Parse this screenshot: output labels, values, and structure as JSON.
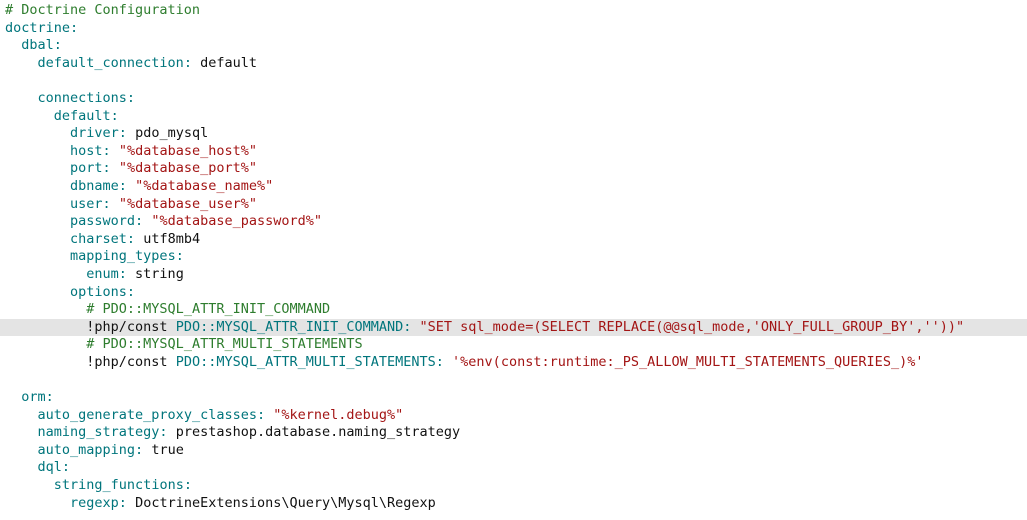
{
  "colors": {
    "background": "#ffffff",
    "text": "#111111",
    "comment": "#2e7d2e",
    "key": "#00757c",
    "string": "#a31515",
    "highlight_bg": "#e4e4e4"
  },
  "editor": {
    "lines": [
      {
        "tokens": [
          {
            "c": "cm",
            "t": "# Doctrine Configuration"
          }
        ]
      },
      {
        "tokens": [
          {
            "c": "k",
            "t": "doctrine:"
          }
        ]
      },
      {
        "tokens": [
          {
            "c": "p",
            "t": "  "
          },
          {
            "c": "k",
            "t": "dbal:"
          }
        ]
      },
      {
        "tokens": [
          {
            "c": "p",
            "t": "    "
          },
          {
            "c": "k",
            "t": "default_connection:"
          },
          {
            "c": "p",
            "t": " default"
          }
        ]
      },
      {
        "tokens": []
      },
      {
        "tokens": [
          {
            "c": "p",
            "t": "    "
          },
          {
            "c": "k",
            "t": "connections:"
          }
        ]
      },
      {
        "tokens": [
          {
            "c": "p",
            "t": "      "
          },
          {
            "c": "k",
            "t": "default:"
          }
        ]
      },
      {
        "tokens": [
          {
            "c": "p",
            "t": "        "
          },
          {
            "c": "k",
            "t": "driver:"
          },
          {
            "c": "p",
            "t": " pdo_mysql"
          }
        ]
      },
      {
        "tokens": [
          {
            "c": "p",
            "t": "        "
          },
          {
            "c": "k",
            "t": "host:"
          },
          {
            "c": "p",
            "t": " "
          },
          {
            "c": "s",
            "t": "\"%database_host%\""
          }
        ]
      },
      {
        "tokens": [
          {
            "c": "p",
            "t": "        "
          },
          {
            "c": "k",
            "t": "port:"
          },
          {
            "c": "p",
            "t": " "
          },
          {
            "c": "s",
            "t": "\"%database_port%\""
          }
        ]
      },
      {
        "tokens": [
          {
            "c": "p",
            "t": "        "
          },
          {
            "c": "k",
            "t": "dbname:"
          },
          {
            "c": "p",
            "t": " "
          },
          {
            "c": "s",
            "t": "\"%database_name%\""
          }
        ]
      },
      {
        "tokens": [
          {
            "c": "p",
            "t": "        "
          },
          {
            "c": "k",
            "t": "user:"
          },
          {
            "c": "p",
            "t": " "
          },
          {
            "c": "s",
            "t": "\"%database_user%\""
          }
        ]
      },
      {
        "tokens": [
          {
            "c": "p",
            "t": "        "
          },
          {
            "c": "k",
            "t": "password:"
          },
          {
            "c": "p",
            "t": " "
          },
          {
            "c": "s",
            "t": "\"%database_password%\""
          }
        ]
      },
      {
        "tokens": [
          {
            "c": "p",
            "t": "        "
          },
          {
            "c": "k",
            "t": "charset:"
          },
          {
            "c": "p",
            "t": " utf8mb4"
          }
        ]
      },
      {
        "tokens": [
          {
            "c": "p",
            "t": "        "
          },
          {
            "c": "k",
            "t": "mapping_types:"
          }
        ]
      },
      {
        "tokens": [
          {
            "c": "p",
            "t": "          "
          },
          {
            "c": "k",
            "t": "enum:"
          },
          {
            "c": "p",
            "t": " string"
          }
        ]
      },
      {
        "tokens": [
          {
            "c": "p",
            "t": "        "
          },
          {
            "c": "k",
            "t": "options:"
          }
        ]
      },
      {
        "tokens": [
          {
            "c": "p",
            "t": "          "
          },
          {
            "c": "cm",
            "t": "# PDO::MYSQL_ATTR_INIT_COMMAND"
          }
        ]
      },
      {
        "hl": true,
        "tokens": [
          {
            "c": "p",
            "t": "          "
          },
          {
            "c": "p",
            "t": "!php/const "
          },
          {
            "c": "k",
            "t": "PDO::MYSQL_ATTR_INIT_COMMAND:"
          },
          {
            "c": "p",
            "t": " "
          },
          {
            "c": "s",
            "t": "\"SET sql_mode=(SELECT REPLACE(@@sql_mode,'ONLY_FULL_GROUP_BY',''))\""
          }
        ]
      },
      {
        "tokens": [
          {
            "c": "p",
            "t": "          "
          },
          {
            "c": "cm",
            "t": "# PDO::MYSQL_ATTR_MULTI_STATEMENTS"
          }
        ]
      },
      {
        "tokens": [
          {
            "c": "p",
            "t": "          "
          },
          {
            "c": "p",
            "t": "!php/const "
          },
          {
            "c": "k",
            "t": "PDO::MYSQL_ATTR_MULTI_STATEMENTS:"
          },
          {
            "c": "p",
            "t": " "
          },
          {
            "c": "s",
            "t": "'%env(const:runtime:_PS_ALLOW_MULTI_STATEMENTS_QUERIES_)%'"
          }
        ]
      },
      {
        "tokens": []
      },
      {
        "tokens": [
          {
            "c": "p",
            "t": "  "
          },
          {
            "c": "k",
            "t": "orm:"
          }
        ]
      },
      {
        "tokens": [
          {
            "c": "p",
            "t": "    "
          },
          {
            "c": "k",
            "t": "auto_generate_proxy_classes:"
          },
          {
            "c": "p",
            "t": " "
          },
          {
            "c": "s",
            "t": "\"%kernel.debug%\""
          }
        ]
      },
      {
        "tokens": [
          {
            "c": "p",
            "t": "    "
          },
          {
            "c": "k",
            "t": "naming_strategy:"
          },
          {
            "c": "p",
            "t": " prestashop.database.naming_strategy"
          }
        ]
      },
      {
        "tokens": [
          {
            "c": "p",
            "t": "    "
          },
          {
            "c": "k",
            "t": "auto_mapping:"
          },
          {
            "c": "p",
            "t": " true"
          }
        ]
      },
      {
        "tokens": [
          {
            "c": "p",
            "t": "    "
          },
          {
            "c": "k",
            "t": "dql:"
          }
        ]
      },
      {
        "tokens": [
          {
            "c": "p",
            "t": "      "
          },
          {
            "c": "k",
            "t": "string_functions:"
          }
        ]
      },
      {
        "tokens": [
          {
            "c": "p",
            "t": "        "
          },
          {
            "c": "k",
            "t": "regexp:"
          },
          {
            "c": "p",
            "t": " DoctrineExtensions\\Query\\Mysql\\Regexp"
          }
        ]
      }
    ]
  }
}
